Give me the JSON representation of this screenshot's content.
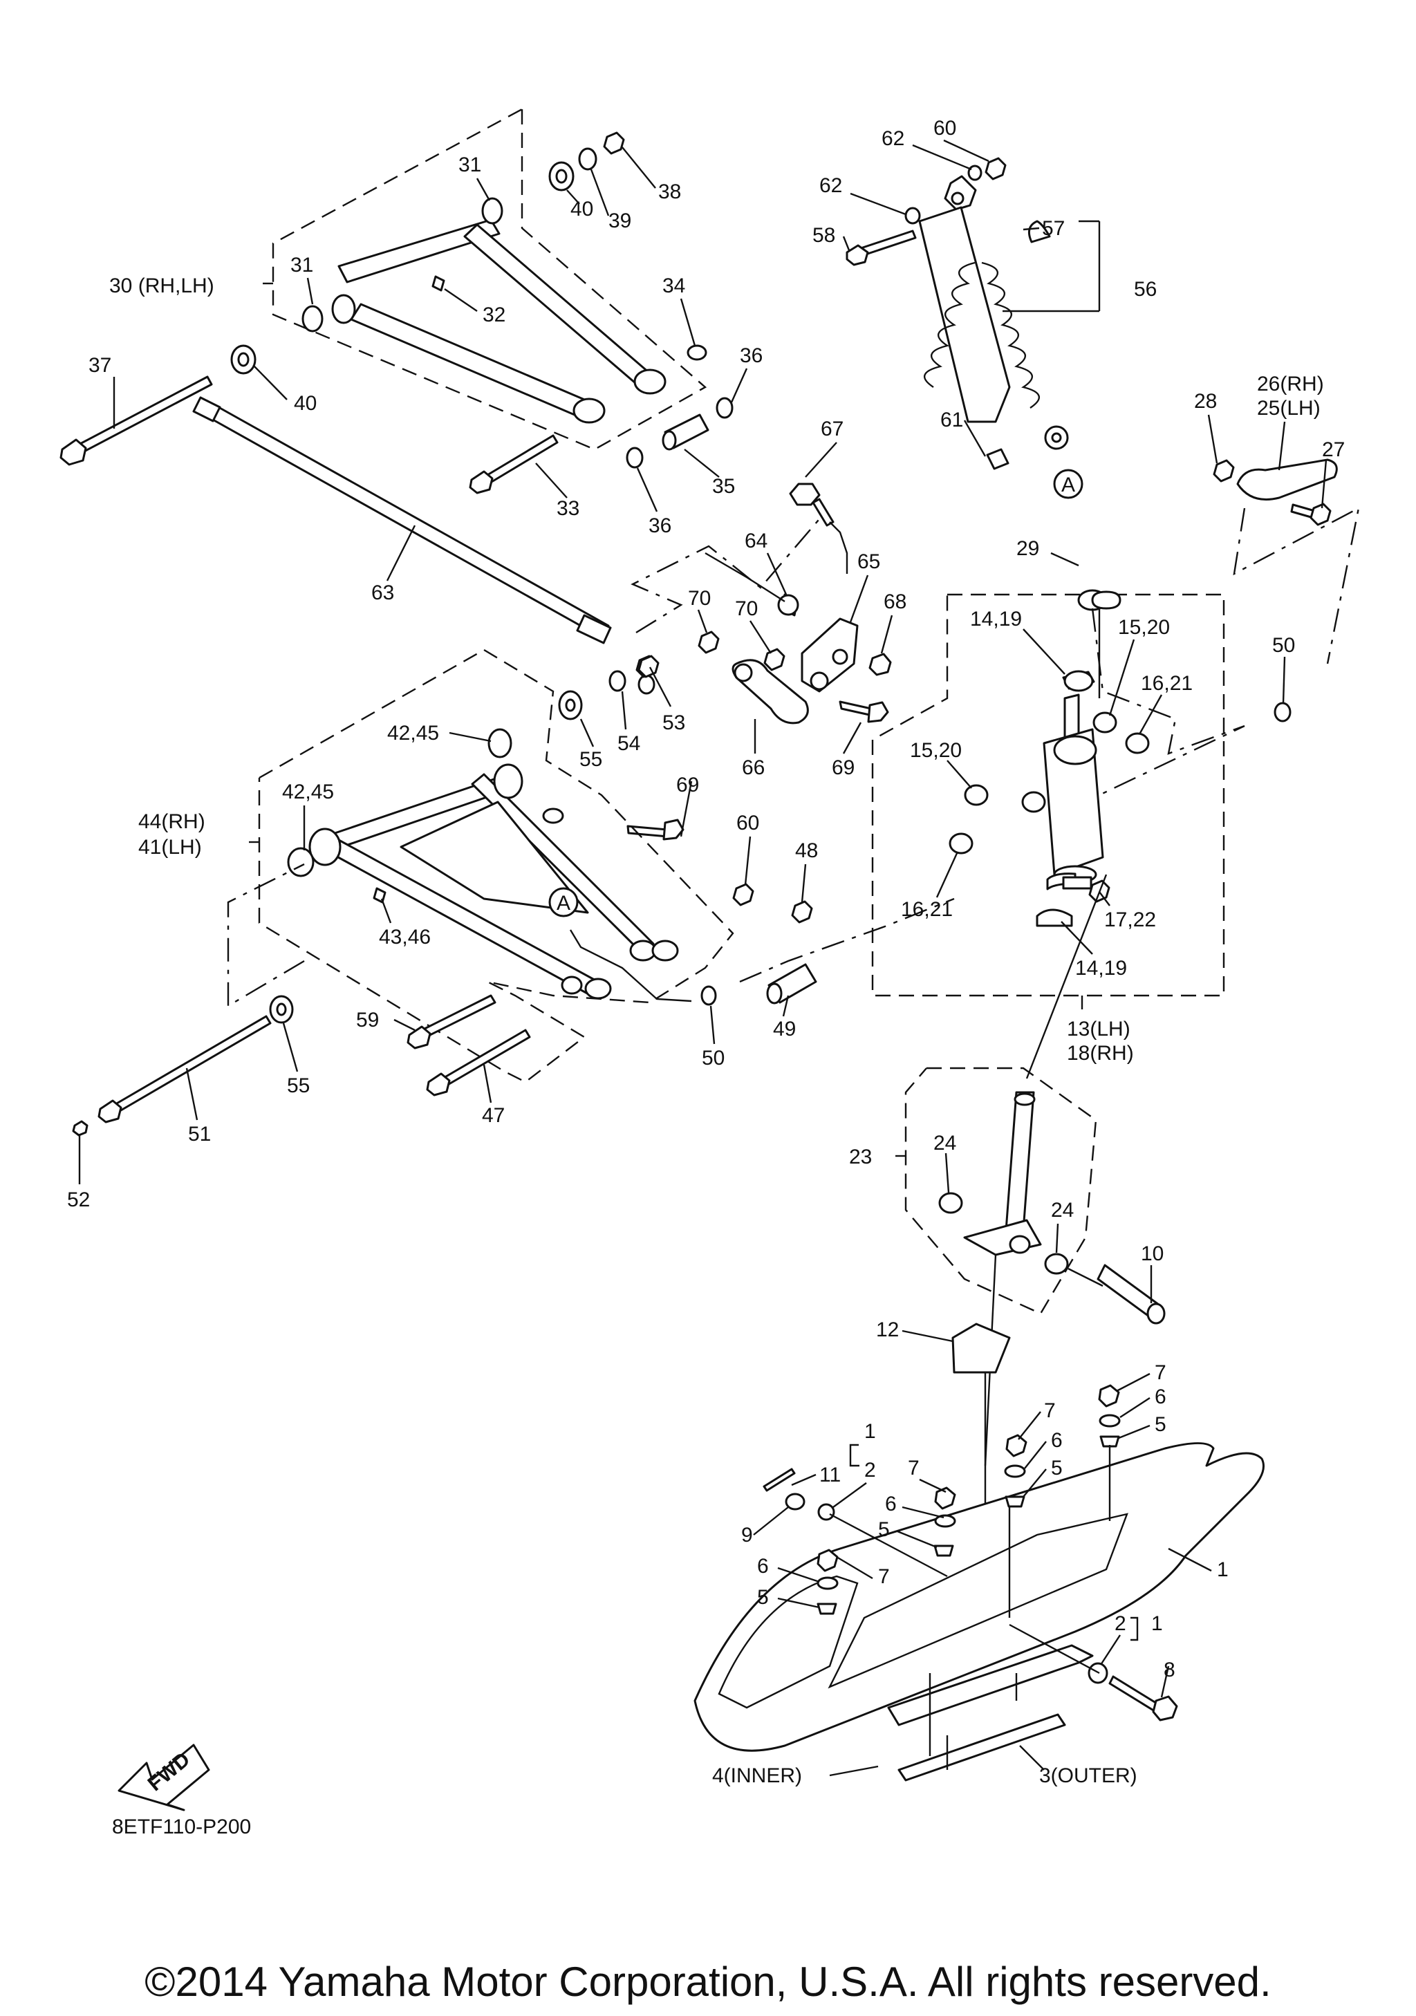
{
  "diagram_code": "8ETF110-P200",
  "fwd_label": "FWD",
  "circle_ref": "A",
  "copyright": "©2014 Yamaha Motor Corporation, U.S.A. All rights reserved.",
  "callouts": {
    "p31a": "31",
    "p31b": "31",
    "p38": "38",
    "p39": "39",
    "p40a": "40",
    "p40b": "40",
    "p30": "30 (RH,LH)",
    "p32": "32",
    "p34": "34",
    "p36a": "36",
    "p36b": "36",
    "p37": "37",
    "p33": "33",
    "p35": "35",
    "p63": "63",
    "p62a": "62",
    "p60a": "60",
    "p62b": "62",
    "p58": "58",
    "p57": "57",
    "p56": "56",
    "p61": "61",
    "p67": "67",
    "p64": "64",
    "p65": "65",
    "p68": "68",
    "p70a": "70",
    "p70b": "70",
    "p53": "53",
    "p54": "54",
    "p55a": "55",
    "p66": "66",
    "p69a": "69",
    "p69b": "69",
    "p4245a": "42,45",
    "p4245b": "42,45",
    "p44": "44(RH)",
    "p41": "41(LH)",
    "p4346": "43,46",
    "p60b": "60",
    "p48": "48",
    "p50a": "50",
    "p49": "49",
    "p59": "59",
    "p55b": "55",
    "p47": "47",
    "p51": "51",
    "p52": "52",
    "p28": "28",
    "p26": "26(RH)",
    "p25": "25(LH)",
    "p27": "27",
    "p29": "29",
    "p1419a": "14,19",
    "p1520a": "15,20",
    "p1621a": "16,21",
    "p50b": "50",
    "p1520b": "15,20",
    "p1621b": "16,21",
    "p1722": "17,22",
    "p1419b": "14,19",
    "p13": "13(LH)",
    "p18": "18(RH)",
    "p23": "23",
    "p24a": "24",
    "p24b": "24",
    "p10": "10",
    "p12": "12",
    "p7a": "7",
    "p6a": "6",
    "p5a": "5",
    "p7b": "7",
    "p6b": "6",
    "p5b": "5",
    "p11": "11",
    "p1a": "1",
    "p2a": "2",
    "p7c": "7",
    "p9": "9",
    "p6c": "6",
    "p5c": "5",
    "p6d": "6",
    "p7d": "7",
    "p5d": "5",
    "p1b": "1",
    "p2b": "2",
    "p1c": "1",
    "p8": "8",
    "p4": "4(INNER)",
    "p3": "3(OUTER)"
  }
}
